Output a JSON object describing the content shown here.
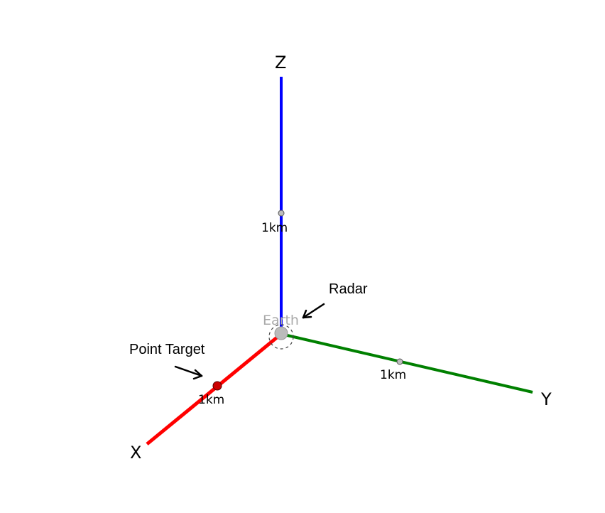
{
  "axes": {
    "x": {
      "label": "X",
      "color": "#ff0000"
    },
    "y": {
      "label": "Y",
      "color": "#008000"
    },
    "z": {
      "label": "Z",
      "color": "#0000ff"
    }
  },
  "ticks": {
    "x": "1km",
    "y": "1km",
    "z": "1km"
  },
  "origin": {
    "label": "Earth",
    "color": "#bbbbbb"
  },
  "annotations": {
    "radar": "Radar",
    "point_target": "Point Target"
  },
  "target": {
    "color": "#cc0000"
  }
}
